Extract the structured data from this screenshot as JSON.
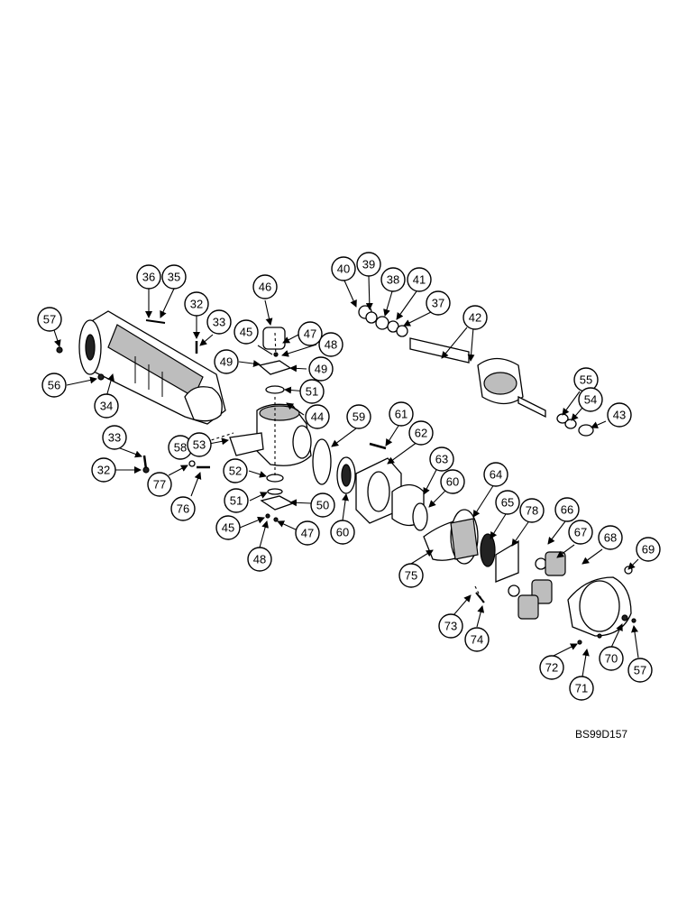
{
  "drawing_code": "BS99D157",
  "callouts": [
    "57",
    "56",
    "34",
    "36",
    "35",
    "32",
    "33",
    "33",
    "32",
    "77",
    "76",
    "58",
    "53",
    "46",
    "45",
    "47",
    "48",
    "49",
    "49",
    "51",
    "44",
    "52",
    "51",
    "50",
    "45",
    "48",
    "47",
    "59",
    "61",
    "62",
    "63",
    "60",
    "60",
    "64",
    "65",
    "78",
    "75",
    "40",
    "39",
    "38",
    "41",
    "37",
    "42",
    "55",
    "54",
    "43",
    "66",
    "67",
    "68",
    "69",
    "73",
    "74",
    "72",
    "70",
    "71",
    "57"
  ]
}
